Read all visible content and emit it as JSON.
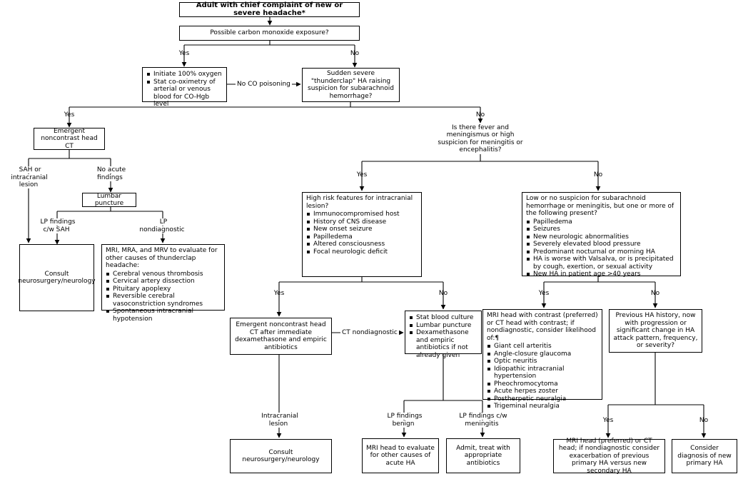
{
  "title": "Adult with chief complaint of new or severe headache*",
  "co_question": "Possible carbon monoxide exposure?",
  "labels": {
    "yes": "Yes",
    "no": "No",
    "no_co_poisoning": "No CO poisoning",
    "sah_or_lesion": "SAH or intracranial lesion",
    "no_acute_findings": "No acute findings",
    "lp_cw_sah": "LP findings c/w SAH",
    "lp_nondiagnostic": "LP nondiagnostic",
    "ct_nondiagnostic": "CT nondiagnostic",
    "intracranial_lesion": "Intracranial lesion",
    "lp_benign": "LP findings benign",
    "lp_meningitis": "LP findings c/w meningitis"
  },
  "oxygen_box": {
    "items": [
      "Initiate 100% oxygen",
      "Stat co-oximetry of arterial or venous blood for CO-Hgb level"
    ]
  },
  "thunderclap_question": "Sudden severe \"thunderclap\" HA raising suspicion for subarachnoid hemorrhage?",
  "emergent_ct": "Emergent noncontrast head CT",
  "lumbar_puncture": "Lumbar puncture",
  "consult_left": "Consult neurosurgery/neurology",
  "mri_thunderclap": {
    "heading": "MRI, MRA, and MRV to evaluate for other causes of thunderclap headache:",
    "items": [
      "Cerebral venous thrombosis",
      "Cervical artery dissection",
      "Pituitary apoplexy",
      "Reversible cerebral vasoconstriction syndromes",
      "Spontaneous intracranial hypotension"
    ]
  },
  "fever_question": "Is there fever and meningismus or high suspicion for meningitis or encephalitis?",
  "high_risk": {
    "heading": "High risk features for intracranial lesion?",
    "items": [
      "Immunocompromised host",
      "History of CNS disease",
      "New onset seizure",
      "Papilledema",
      "Altered consciousness",
      "Focal neurologic deficit"
    ]
  },
  "low_suspicion": {
    "heading": "Low or no suspicion for subarachnoid hemorrhage or meningitis, but one or more of the following present?",
    "items": [
      "Papilledema",
      "Seizures",
      "New neurologic abnormalities",
      "Severely elevated blood pressure",
      "Predominant nocturnal or morning HA",
      "HA is worse with Valsalva, or is precipitated by cough, exertion, or sexual activity",
      "New HA in patient age >40 years"
    ]
  },
  "emergent_ct_dexa": "Emergent noncontrast head CT after immediate dexamethasone and empiric antibiotics",
  "stat_culture": {
    "items": [
      "Stat blood culture",
      "Lumbar puncture",
      "Dexamethasone and empiric antibiotics if not already given"
    ]
  },
  "mri_contrast": {
    "heading": "MRI head with contrast (preferred) or CT head with contrast; if nondiagnostic, consider likelihood of:¶",
    "items": [
      "Giant cell arteritis",
      "Angle-closure glaucoma",
      "Optic neuritis",
      "Idiopathic intracranial hypertension",
      "Pheochromocytoma",
      "Acute herpes zoster",
      "Postherpetic neuralgia",
      "Trigeminal neuralgia"
    ]
  },
  "previous_ha": "Previous HA history, now with progression or significant change in HA attack pattern, frequency, or severity?",
  "consult_mid": "Consult neurosurgery/neurology",
  "mri_acute": "MRI head to evaluate for other causes of acute HA",
  "admit": "Admit, treat with appropriate antibiotics",
  "mri_exacerbation": "MRI head (preferred) or CT head; if nondiagnostic consider exacerbation of previous primary HA versus new secondary HA",
  "new_primary": "Consider diagnosis of new primary HA"
}
